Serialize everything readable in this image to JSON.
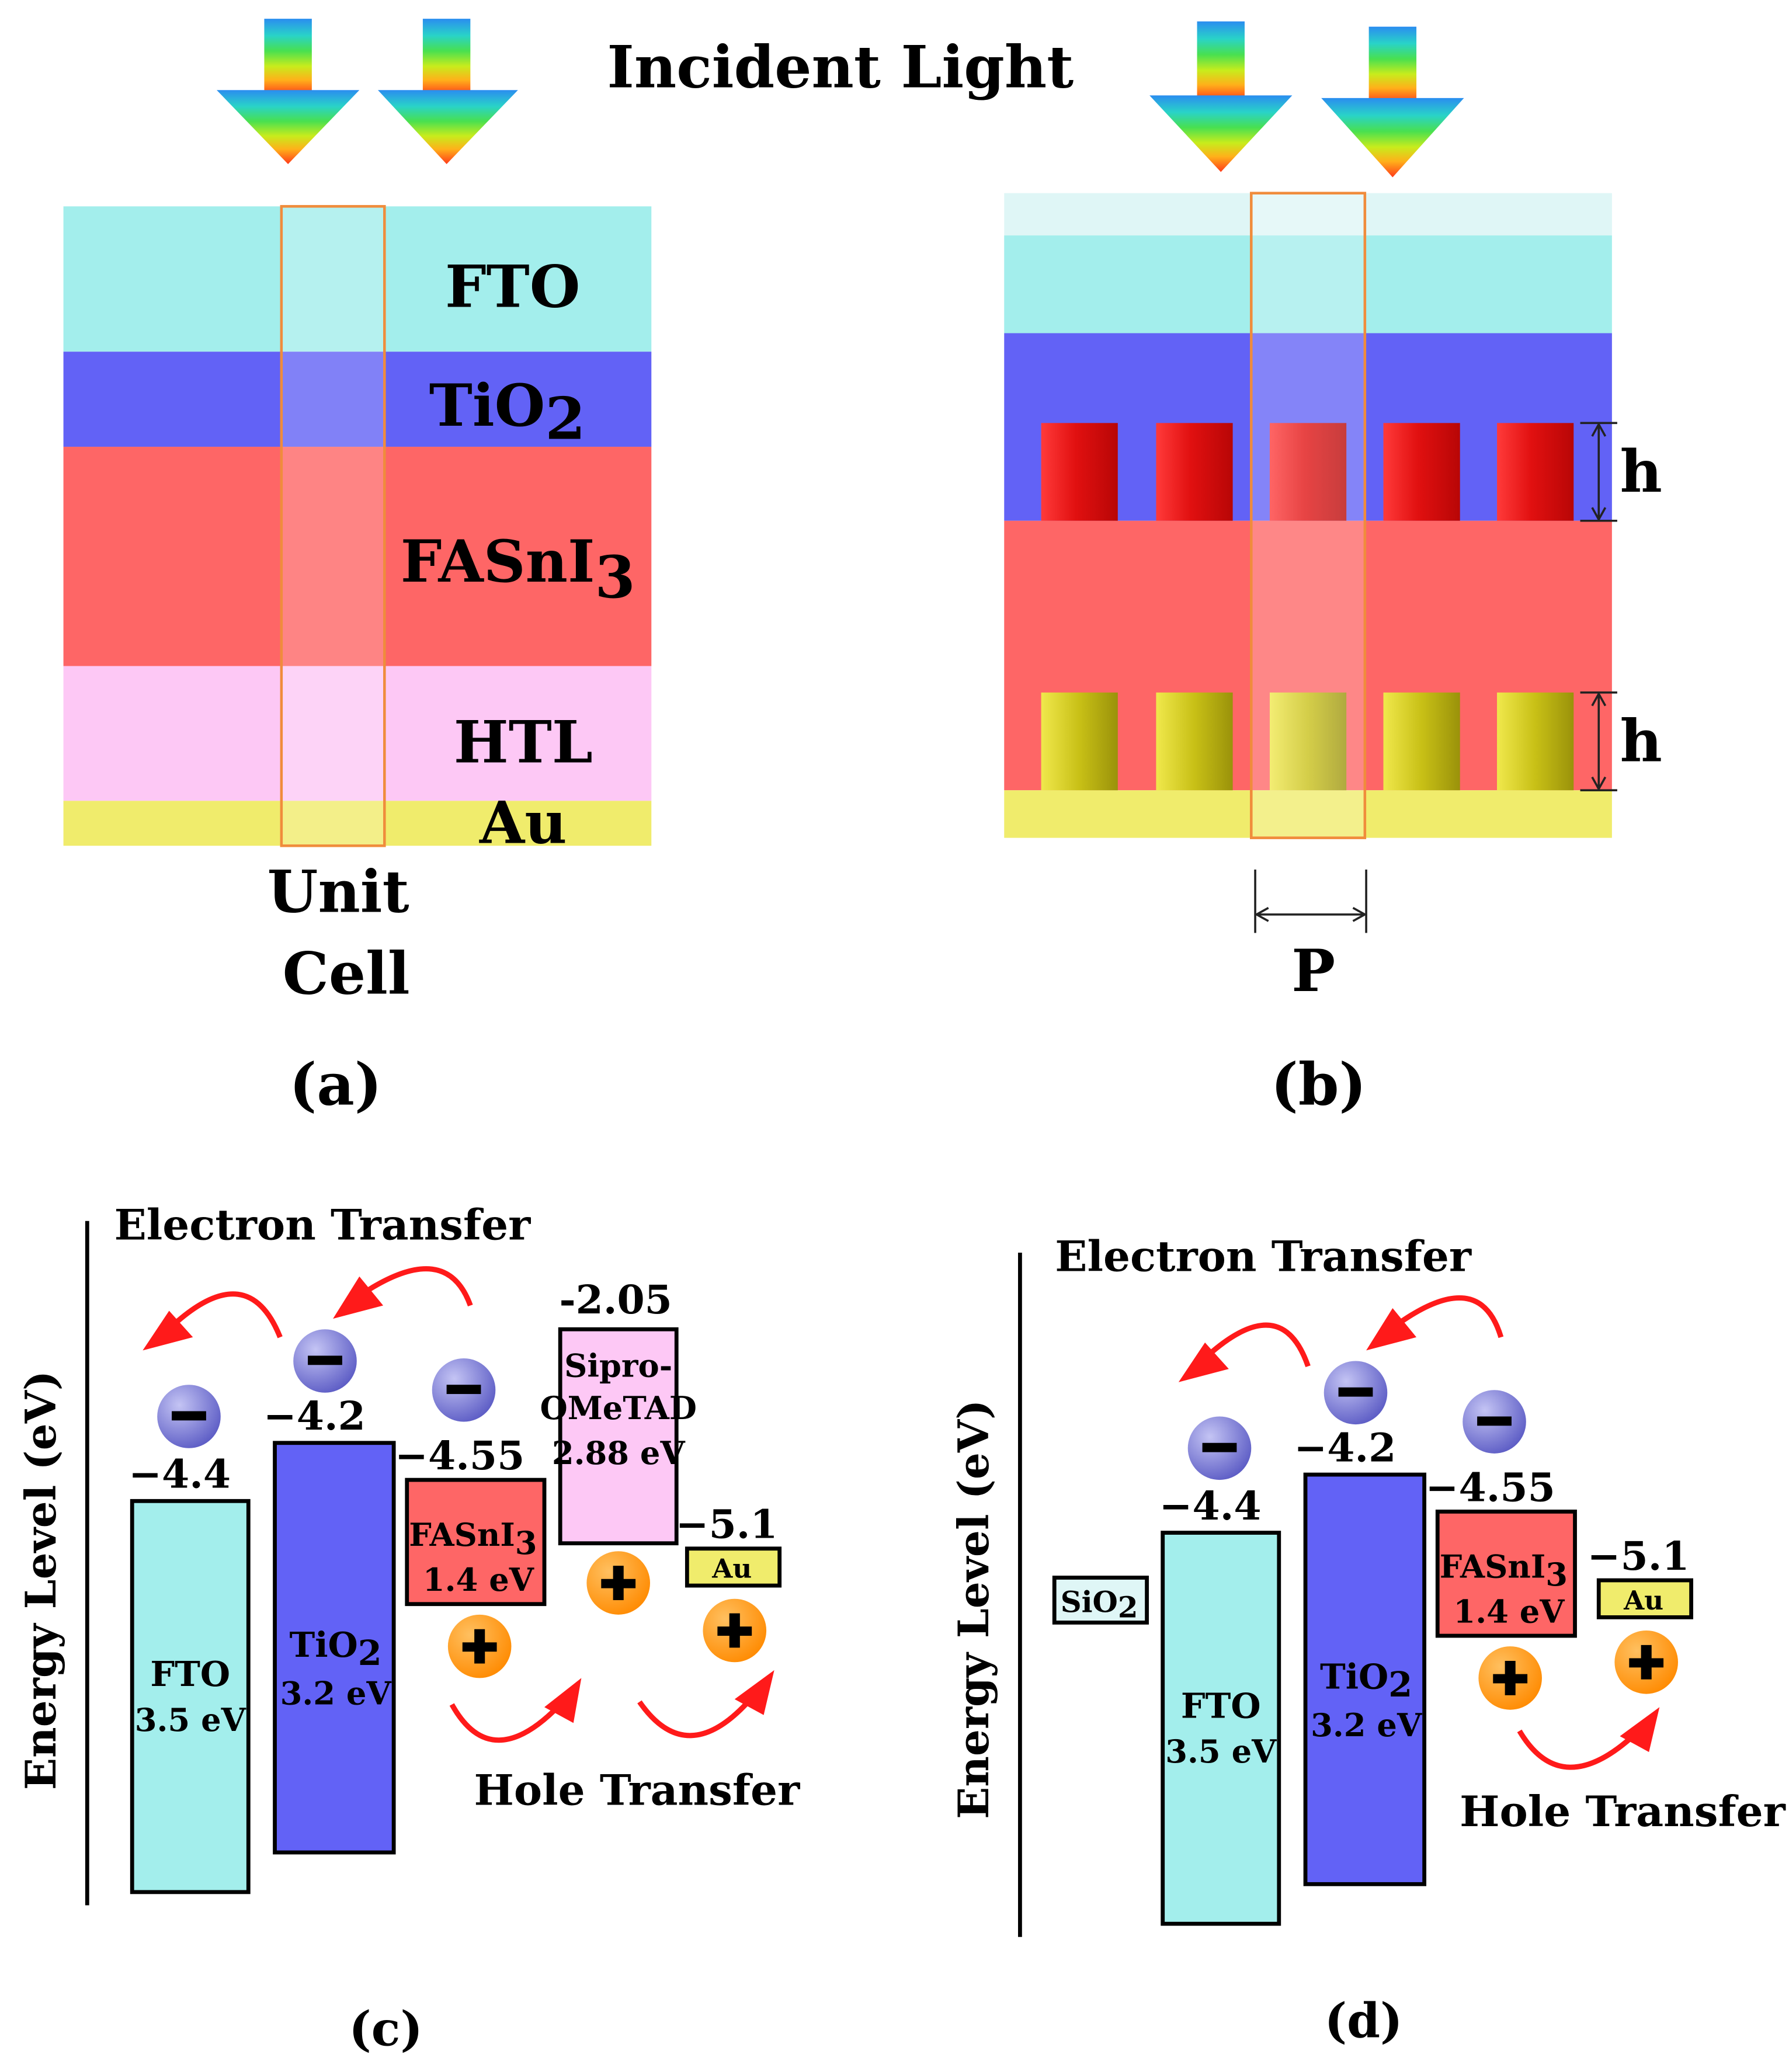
{
  "panel_a": {
    "incident_light": "Incident Light",
    "layers": [
      "FTO",
      "TiO",
      "FASnI",
      "HTL",
      "Au"
    ],
    "tio2_sub": "2",
    "fasni3_sub": "3",
    "unit": "Unit",
    "cell": "Cell",
    "label": "(a)"
  },
  "panel_b": {
    "h_label": "h",
    "p_label": "P",
    "label": "(b)"
  },
  "panel_c": {
    "electron_transfer": "Electron Transfer",
    "hole_transfer": "Hole Transfer",
    "y_axis": "Energy Level (eV)",
    "fto_level": "−4.4",
    "tio2_level": "−4.2",
    "fasni3_level": "−4.55",
    "spiro_level": "-2.05",
    "au_level": "−5.1",
    "fto_name": "FTO",
    "fto_gap": "3.5 eV",
    "tio2_name": "TiO",
    "tio2_gap": "3.2 eV",
    "fasni3_name": "FASnI",
    "fasni3_gap": "1.4 eV",
    "spiro_name_1": "Sipro-",
    "spiro_name_2": "OMeTAD",
    "spiro_gap": "2.88 eV",
    "au_name": "Au",
    "label": "(c)"
  },
  "panel_d": {
    "electron_transfer": "Electron Transfer",
    "hole_transfer": "Hole Transfer",
    "y_axis": "Energy Level (eV)",
    "sio2": "SiO",
    "fto_level": "−4.4",
    "tio2_level": "−4.2",
    "fasni3_level": "−4.55",
    "au_level": "−5.1",
    "fto_name": "FTO",
    "fto_gap": "3.5 eV",
    "tio2_name": "TiO",
    "tio2_gap": "3.2 eV",
    "fasni3_name": "FASnI",
    "fasni3_gap": "1.4 eV",
    "au_name": "Au",
    "label": "(d)"
  },
  "colors": {
    "fto": "#a3eeec",
    "tio2": "#6262f6",
    "perovskite": "#fe6666",
    "htl": "#fdc8f5",
    "au": "#f0ec6c",
    "arrow_red": "#ff1a1a",
    "electron": "#7070d0",
    "hole": "#ff9a00"
  }
}
